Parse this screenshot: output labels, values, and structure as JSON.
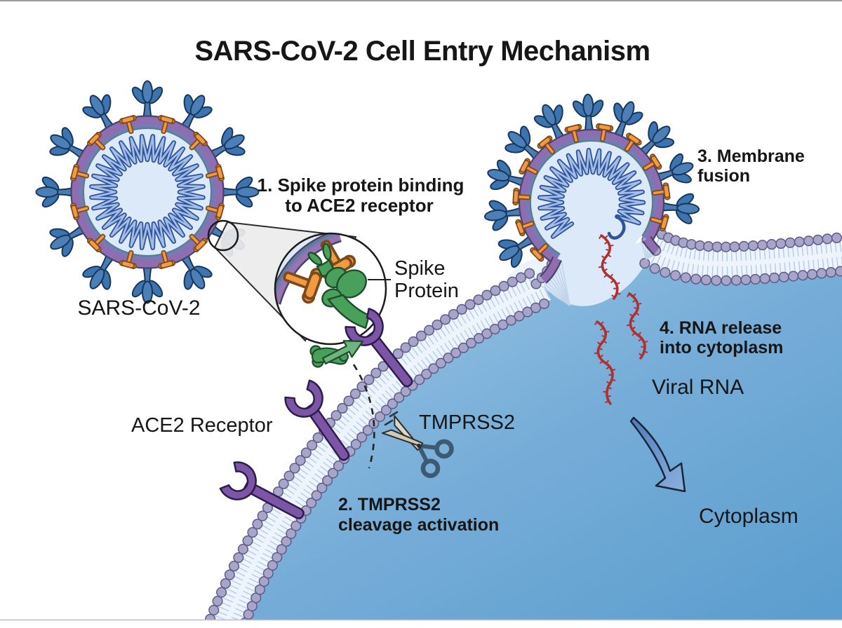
{
  "title": "SARS-CoV-2 Cell Entry Mechanism",
  "steps": [
    {
      "lines": [
        "1. Spike protein binding",
        "to ACE2 receptor"
      ]
    },
    {
      "lines": [
        "2. TMPRSS2",
        "cleavage activation"
      ]
    },
    {
      "lines": [
        "3. Membrane",
        "fusion"
      ]
    },
    {
      "lines": [
        "4. RNA release",
        "into cytoplasm"
      ]
    }
  ],
  "labels": {
    "virus": "SARS-CoV-2",
    "spike_protein_line1": "Spike",
    "spike_protein_line2": "Protein",
    "ace2_receptor": "ACE2 Receptor",
    "tmprss2": "TMPRSS2",
    "viral_rna": "Viral RNA",
    "cytoplasm": "Cytoplasm"
  },
  "icons": {
    "tmprss2_protease": "scissors-icon",
    "spike_zoom": "magnifier-circle-icon",
    "cytoplasm_entry": "curved-arrow-icon"
  },
  "colors": {
    "cytoplasm_blue": "#74abd6",
    "membrane_head_lavender": "#a8a5ca",
    "envelope_purple": "#8f6db0",
    "spike_blue": "#3d74b0",
    "membrane_protein_orange": "#f29a42",
    "ace2_purple": "#7d55a6",
    "spike_protein_green": "#49a05b",
    "viral_rna_red": "#b03030",
    "arrow_blue": "#4e7cb8"
  }
}
